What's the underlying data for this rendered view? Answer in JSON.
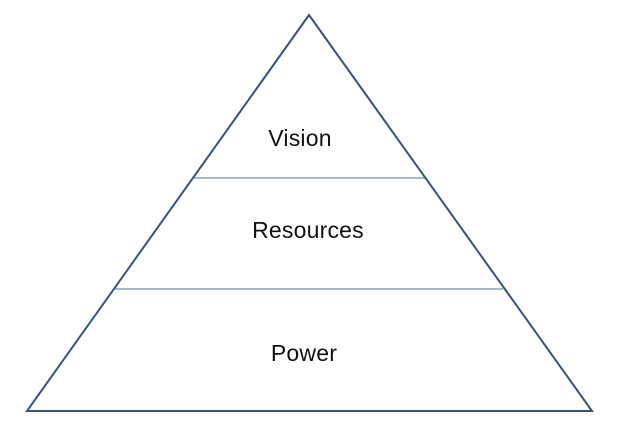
{
  "diagram": {
    "tiers": [
      {
        "label": "Vision"
      },
      {
        "label": "Resources"
      },
      {
        "label": "Power"
      }
    ],
    "colors": {
      "outline": "#3a5274",
      "divider": "#5a6f8c",
      "text": "#111111",
      "background": "#ffffff"
    }
  }
}
